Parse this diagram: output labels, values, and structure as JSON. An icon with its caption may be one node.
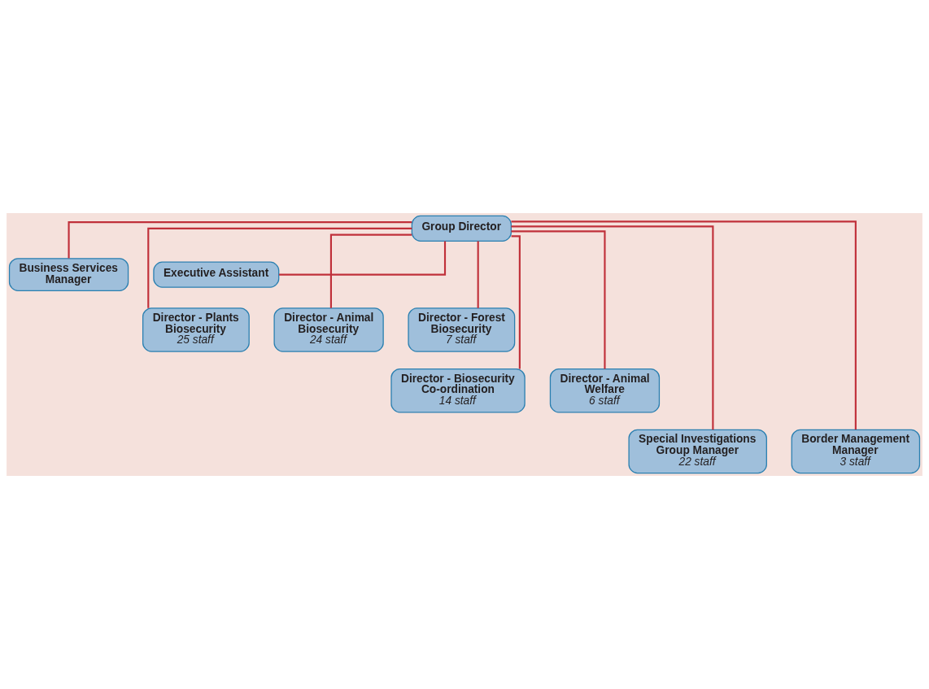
{
  "diagram": {
    "nodes": [
      {
        "text": [
          "Group Director"
        ]
      },
      {
        "text": [
          "Business Services Manager"
        ]
      },
      {
        "text": [
          "Executive Assistant"
        ]
      },
      {
        "text": [
          "Director - Plants Biosecurity",
          "25 staff"
        ]
      },
      {
        "text": [
          "Director - Animal Biosecurity",
          "24 staff"
        ]
      },
      {
        "text": [
          "Director - Forest Biosecurity",
          "7 staff"
        ]
      },
      {
        "text": [
          "Director - Biosecurity Co-ordination",
          "14 staff"
        ]
      },
      {
        "text": [
          "Director - Animal Welfare",
          "6 staff"
        ]
      },
      {
        "text": [
          "Special Investigations Group Manager",
          "22 staff"
        ]
      },
      {
        "text": [
          "Border Management Manager",
          "3 staff"
        ]
      }
    ],
    "edges": [
      {
        "from": 0,
        "to": 1,
        "arrow": "none"
      },
      {
        "from": 0,
        "to": 2,
        "arrow": "none"
      },
      {
        "from": 0,
        "to": 3,
        "arrow": "none"
      },
      {
        "from": 0,
        "to": 4,
        "arrow": "none"
      },
      {
        "from": 0,
        "to": 5,
        "arrow": "none"
      },
      {
        "from": 0,
        "to": 6,
        "arrow": "none"
      },
      {
        "from": 0,
        "to": 7,
        "arrow": "none"
      },
      {
        "from": 0,
        "to": 8,
        "arrow": "none"
      },
      {
        "from": 0,
        "to": 9,
        "arrow": "none"
      }
    ]
  }
}
